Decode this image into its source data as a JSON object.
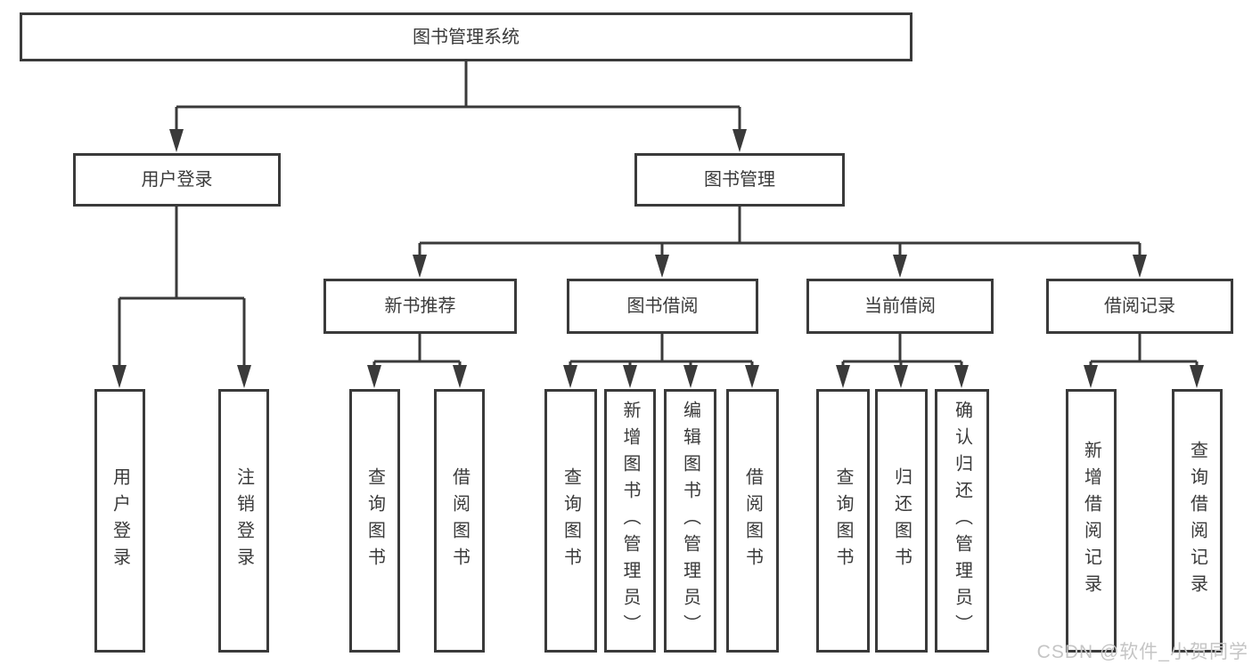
{
  "diagram": {
    "type": "hierarchy-tree",
    "root": "图书管理系统",
    "branches": {
      "user_login": {
        "label": "用户登录",
        "children": [
          "用户登录",
          "注销登录"
        ]
      },
      "book_mgmt": {
        "label": "图书管理",
        "sections": {
          "new_book_rec": {
            "label": "新书推荐",
            "children": [
              "查询图书",
              "借阅图书"
            ]
          },
          "book_borrow": {
            "label": "图书借阅",
            "children": [
              "查询图书",
              "新增图书（管理员）",
              "编辑图书（管理员）",
              "借阅图书"
            ]
          },
          "current_borrow": {
            "label": "当前借阅",
            "children": [
              "查询图书",
              "归还图书",
              "确认归还（管理员）"
            ]
          },
          "borrow_record": {
            "label": "借阅记录",
            "children": [
              "新增借阅记录",
              "查询借阅记录"
            ]
          }
        }
      }
    },
    "colors": {
      "line": "#3a3a3a",
      "box_border": "#3a3a3a",
      "text": "#3a3a3a",
      "background": "#ffffff",
      "watermark": "#c5c5c5"
    }
  },
  "watermark": "CSDN @软件_小贺同学"
}
